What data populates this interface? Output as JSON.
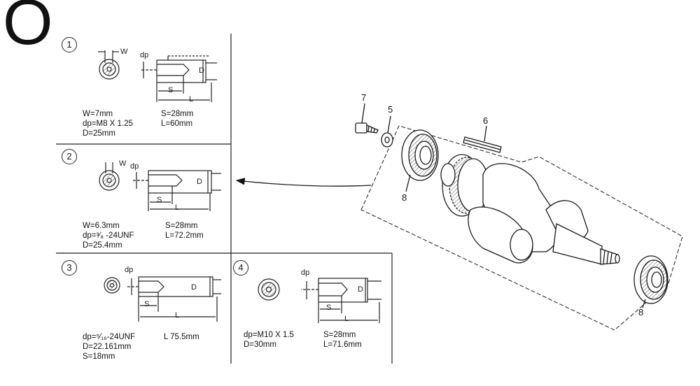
{
  "page_letter": "O",
  "panels": [
    {
      "number": "1",
      "labels": {
        "w": "W",
        "dp": "dp",
        "d": "D",
        "s": "S",
        "l": "L"
      },
      "specs_left": [
        "W=7mm",
        "dp=M8 X 1.25",
        "D=25mm"
      ],
      "specs_right": [
        "S=28mm",
        "L=60mm"
      ]
    },
    {
      "number": "2",
      "labels": {
        "w": "W",
        "dp": "dp",
        "d": "D",
        "s": "S",
        "l": "L"
      },
      "specs_left": [
        "W=6.3mm",
        "dp=³⁄₈ -24UNF",
        "D=25.4mm"
      ],
      "specs_right": [
        "S=28mm",
        "L=72.2mm"
      ]
    },
    {
      "number": "3",
      "labels": {
        "dp": "dp",
        "d": "D",
        "s": "S",
        "l": "L"
      },
      "specs_left": [
        "dp=⁵⁄₁₆-24UNF",
        "D=22.161mm",
        "S=18mm"
      ],
      "specs_right": [
        "L  75.5mm"
      ]
    },
    {
      "number": "4",
      "labels": {
        "dp": "dp",
        "d": "D",
        "s": "S",
        "l": "L"
      },
      "specs_left": [
        "dp=M10 X 1.5",
        "D=30mm"
      ],
      "specs_right": [
        "S=28mm",
        "L=71.6mm"
      ]
    }
  ],
  "callouts": {
    "bolt": "7",
    "washer": "5",
    "key": "6",
    "bearing_left": "8",
    "bearing_right": "8"
  }
}
